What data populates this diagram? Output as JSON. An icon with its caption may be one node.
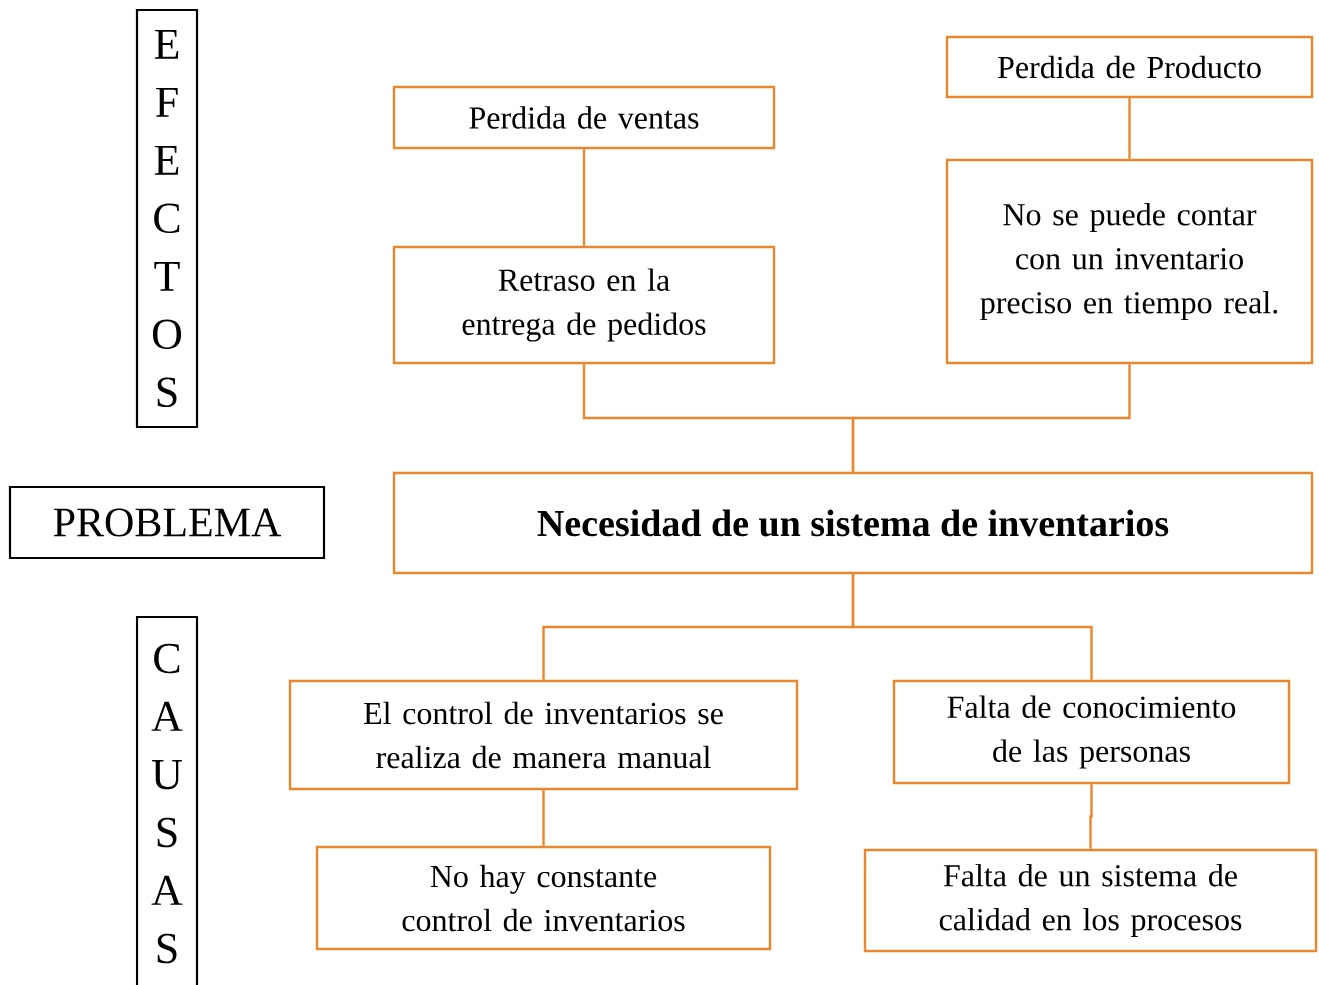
{
  "diagram": {
    "nodes": [
      {
        "text": [
          "EFECTOS"
        ]
      },
      {
        "text": [
          "Perdida de ventas"
        ]
      },
      {
        "text": [
          "Perdida de Producto"
        ]
      },
      {
        "text": [
          "Retraso en la entrega de pedidos"
        ]
      },
      {
        "text": [
          "No se puede contar con un inventario preciso en tiempo real."
        ]
      },
      {
        "text": [
          "PROBLEMA"
        ]
      },
      {
        "text": [
          "Necesidad de un sistema de inventarios"
        ]
      },
      {
        "text": [
          "CAUSAS"
        ]
      },
      {
        "text": [
          "El control de inventarios se realiza de manera manual"
        ]
      },
      {
        "text": [
          "Falta de conocimiento de las personas"
        ]
      },
      {
        "text": [
          "No hay constante control de inventarios"
        ]
      },
      {
        "text": [
          "Falta de un sistema de calidad en los procesos"
        ]
      }
    ],
    "edges": [
      {
        "from": 1,
        "to": 3,
        "arrow": "none"
      },
      {
        "from": 2,
        "to": 4,
        "arrow": "none"
      },
      {
        "from": 3,
        "to": 6,
        "arrow": "none"
      },
      {
        "from": 4,
        "to": 6,
        "arrow": "none"
      },
      {
        "from": 6,
        "to": 8,
        "arrow": "none"
      },
      {
        "from": 6,
        "to": 9,
        "arrow": "none"
      },
      {
        "from": 8,
        "to": 10,
        "arrow": "none"
      },
      {
        "from": 9,
        "to": 11,
        "arrow": "none"
      }
    ]
  }
}
